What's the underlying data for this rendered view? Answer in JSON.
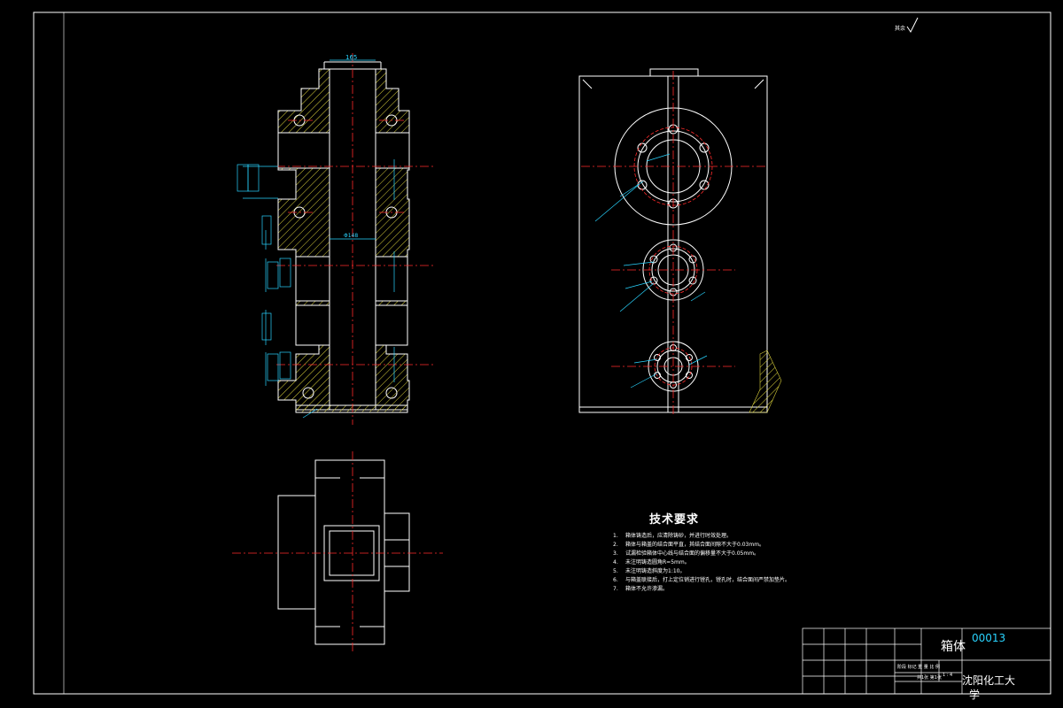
{
  "technical_requirements": {
    "title": "技术要求",
    "items": [
      {
        "num": "1.",
        "text": "箱体铸造后，应清除铸砂，并进行时效处理。"
      },
      {
        "num": "2.",
        "text": "箱体与箱盖的结合面平直，其结合面间隙不大于0.03mm。"
      },
      {
        "num": "3.",
        "text": "试漏检验箱体中心线与结合面的偏移量不大于0.05mm。"
      },
      {
        "num": "4.",
        "text": "未注明铸造圆角R=5mm。"
      },
      {
        "num": "5.",
        "text": "未注明铸造斜度为1:10。"
      },
      {
        "num": "6.",
        "text": "与箱盖联接后，打上定位销进行镗孔，镗孔时，结合面间严禁加垫片。"
      },
      {
        "num": "7.",
        "text": "箱体不允许渗漏。"
      }
    ]
  },
  "title_block": {
    "part_name": "箱体",
    "drawing_code": "00013",
    "school_line1": "沈阳化工大",
    "school_line2": "学",
    "headings": "阶段 标记 重 量 比 例",
    "scale": "1 : 4",
    "sheets": "共1张 第1张"
  },
  "annotations": {
    "surface_finish": "其余",
    "dim_top": "165",
    "dim_middle": "Φ148"
  },
  "colors": {
    "outline": "#ffffff",
    "centerline": "#ff2a2a",
    "dimension": "#29d4ff",
    "hatch": "#d8cf3a"
  }
}
